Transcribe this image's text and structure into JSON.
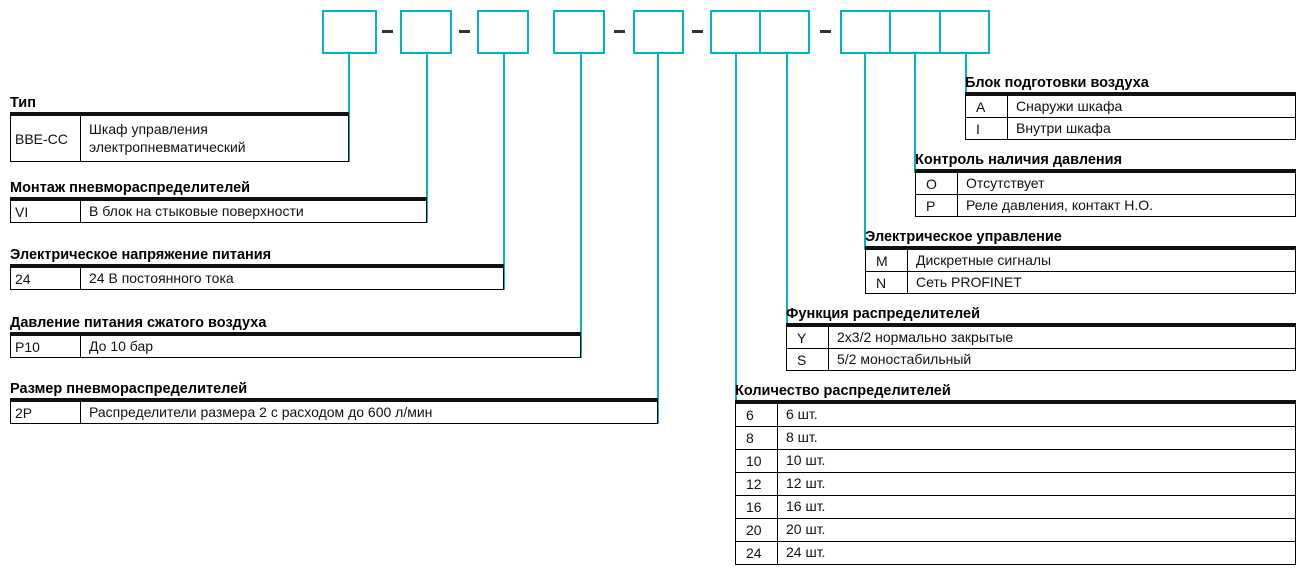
{
  "colors": {
    "accent": "#00b4c5",
    "bar": "#101010",
    "table_border": "#000000",
    "text": "#111111"
  },
  "code_strip": {
    "separator": "-"
  },
  "sections": {
    "type": {
      "title": "Тип",
      "rows": [
        {
          "code": "BBE-CC",
          "desc": "Шкаф управления электропневматический"
        }
      ]
    },
    "mounting": {
      "title": "Монтаж пневмораспределителей",
      "rows": [
        {
          "code": "VI",
          "desc": "В блок на стыковые поверхности"
        }
      ]
    },
    "voltage": {
      "title": "Электрическое напряжение питания",
      "rows": [
        {
          "code": "24",
          "desc": "24 В постоянного тока"
        }
      ]
    },
    "pressure": {
      "title": "Давление питания сжатого воздуха",
      "rows": [
        {
          "code": "P10",
          "desc": "До 10 бар"
        }
      ]
    },
    "size": {
      "title": "Размер пневмораспределителей",
      "rows": [
        {
          "code": "2P",
          "desc": "Распределители размера 2 с расходом до 600 л/мин"
        }
      ]
    },
    "quantity": {
      "title": "Количество распределителей",
      "rows": [
        {
          "code": "6",
          "desc": "6 шт."
        },
        {
          "code": "8",
          "desc": "8 шт."
        },
        {
          "code": "10",
          "desc": "10 шт."
        },
        {
          "code": "12",
          "desc": "12 шт."
        },
        {
          "code": "16",
          "desc": "16 шт."
        },
        {
          "code": "20",
          "desc": "20 шт."
        },
        {
          "code": "24",
          "desc": "24 шт."
        }
      ]
    },
    "function": {
      "title": "Функция распределителей",
      "rows": [
        {
          "code": "Y",
          "desc": "2х3/2 нормально закрытые"
        },
        {
          "code": "S",
          "desc": "5/2 моностабильный"
        }
      ]
    },
    "control": {
      "title": "Электрическое управление",
      "rows": [
        {
          "code": "M",
          "desc": "Дискретные сигналы"
        },
        {
          "code": "N",
          "desc": "Сеть PROFINET"
        }
      ]
    },
    "pressure_monitor": {
      "title": "Контроль наличия давления",
      "rows": [
        {
          "code": "O",
          "desc": "Отсутствует"
        },
        {
          "code": "P",
          "desc": "Реле давления, контакт Н.О."
        }
      ]
    },
    "air_unit": {
      "title": "Блок подготовки воздуха",
      "rows": [
        {
          "code": "A",
          "desc": "Снаружи шкафа"
        },
        {
          "code": "I",
          "desc": "Внутри шкафа"
        }
      ]
    }
  }
}
